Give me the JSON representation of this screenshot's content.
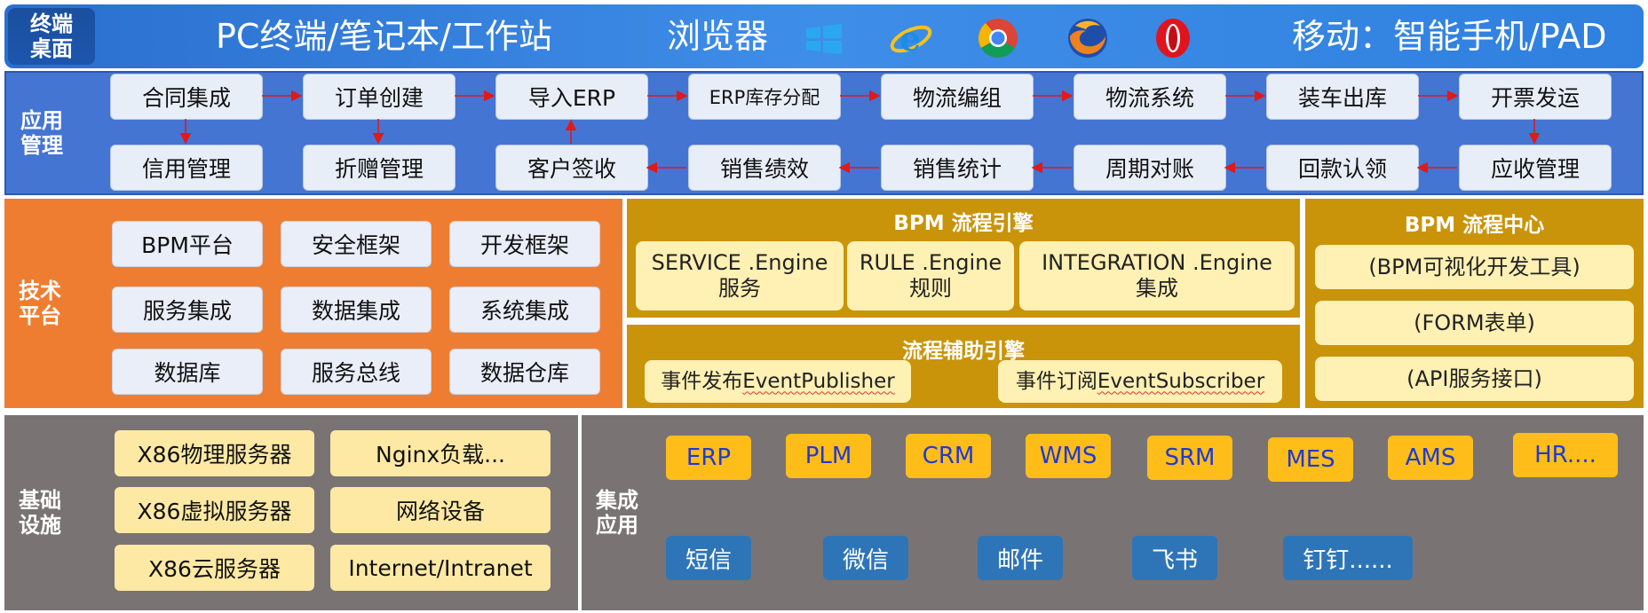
{
  "terminal": {
    "label_1": "终端",
    "label_2": "桌面",
    "pc": "PC终端/笔记本/工作站",
    "browser": "浏览器",
    "mobile": "移动：智能手机/PAD",
    "icons": [
      "windows-icon",
      "ie-icon",
      "chrome-icon",
      "firefox-icon",
      "opera-icon"
    ]
  },
  "app": {
    "label_1": "应用",
    "label_2": "管理",
    "top_row": [
      "合同集成",
      "订单创建",
      "导入ERP",
      "ERP库存分配",
      "物流编组",
      "物流系统",
      "装车出库",
      "开票发运"
    ],
    "bottom_row": [
      "信用管理",
      "折赠管理",
      "客户签收",
      "销售绩效",
      "销售统计",
      "周期对账",
      "回款认领",
      "应收管理"
    ]
  },
  "tech": {
    "label_1": "技术",
    "label_2": "平台",
    "items": [
      "BPM平台",
      "安全框架",
      "开发框架",
      "服务集成",
      "数据集成",
      "系统集成",
      "数据库",
      "服务总线",
      "数据仓库"
    ]
  },
  "engine": {
    "title": "BPM 流程引擎",
    "service_1": "SERVICE .Engine",
    "service_2": "服务",
    "rule_1": "RULE .Engine",
    "rule_2": "规则",
    "integration_1": "INTEGRATION .Engine",
    "integration_2": "集成"
  },
  "aux": {
    "title": "流程辅助引擎",
    "publisher_prefix": "事件发布",
    "publisher_name": "EventPublisher",
    "subscriber_prefix": "事件订阅",
    "subscriber_name": "EventSubscriber"
  },
  "center": {
    "title": "BPM 流程中心",
    "items": [
      "(BPM可视化开发工具)",
      "(FORM表单)",
      "(API服务接口)"
    ]
  },
  "infra": {
    "label_1": "基础",
    "label_2": "设施",
    "items": [
      "X86物理服务器",
      "Nginx负载...",
      "X86虚拟服务器",
      "网络设备",
      "X86云服务器",
      "Internet/Intranet"
    ]
  },
  "integ": {
    "label_1": "集成",
    "label_2": "应用",
    "systems": [
      "ERP",
      "PLM",
      "CRM",
      "WMS",
      "SRM",
      "MES",
      "AMS",
      "HR...."
    ],
    "messaging": [
      "短信",
      "微信",
      "邮件",
      "飞书",
      "钉钉......"
    ]
  },
  "colors": {
    "terminal": "#2f7fdf",
    "app": "#4475d2",
    "tech": "#ef7d31",
    "engine": "#c9940a",
    "infra": "#7a7374",
    "system_box": "#ffbd1a",
    "message_box": "#2e75b8",
    "arrow": "#e01919"
  }
}
